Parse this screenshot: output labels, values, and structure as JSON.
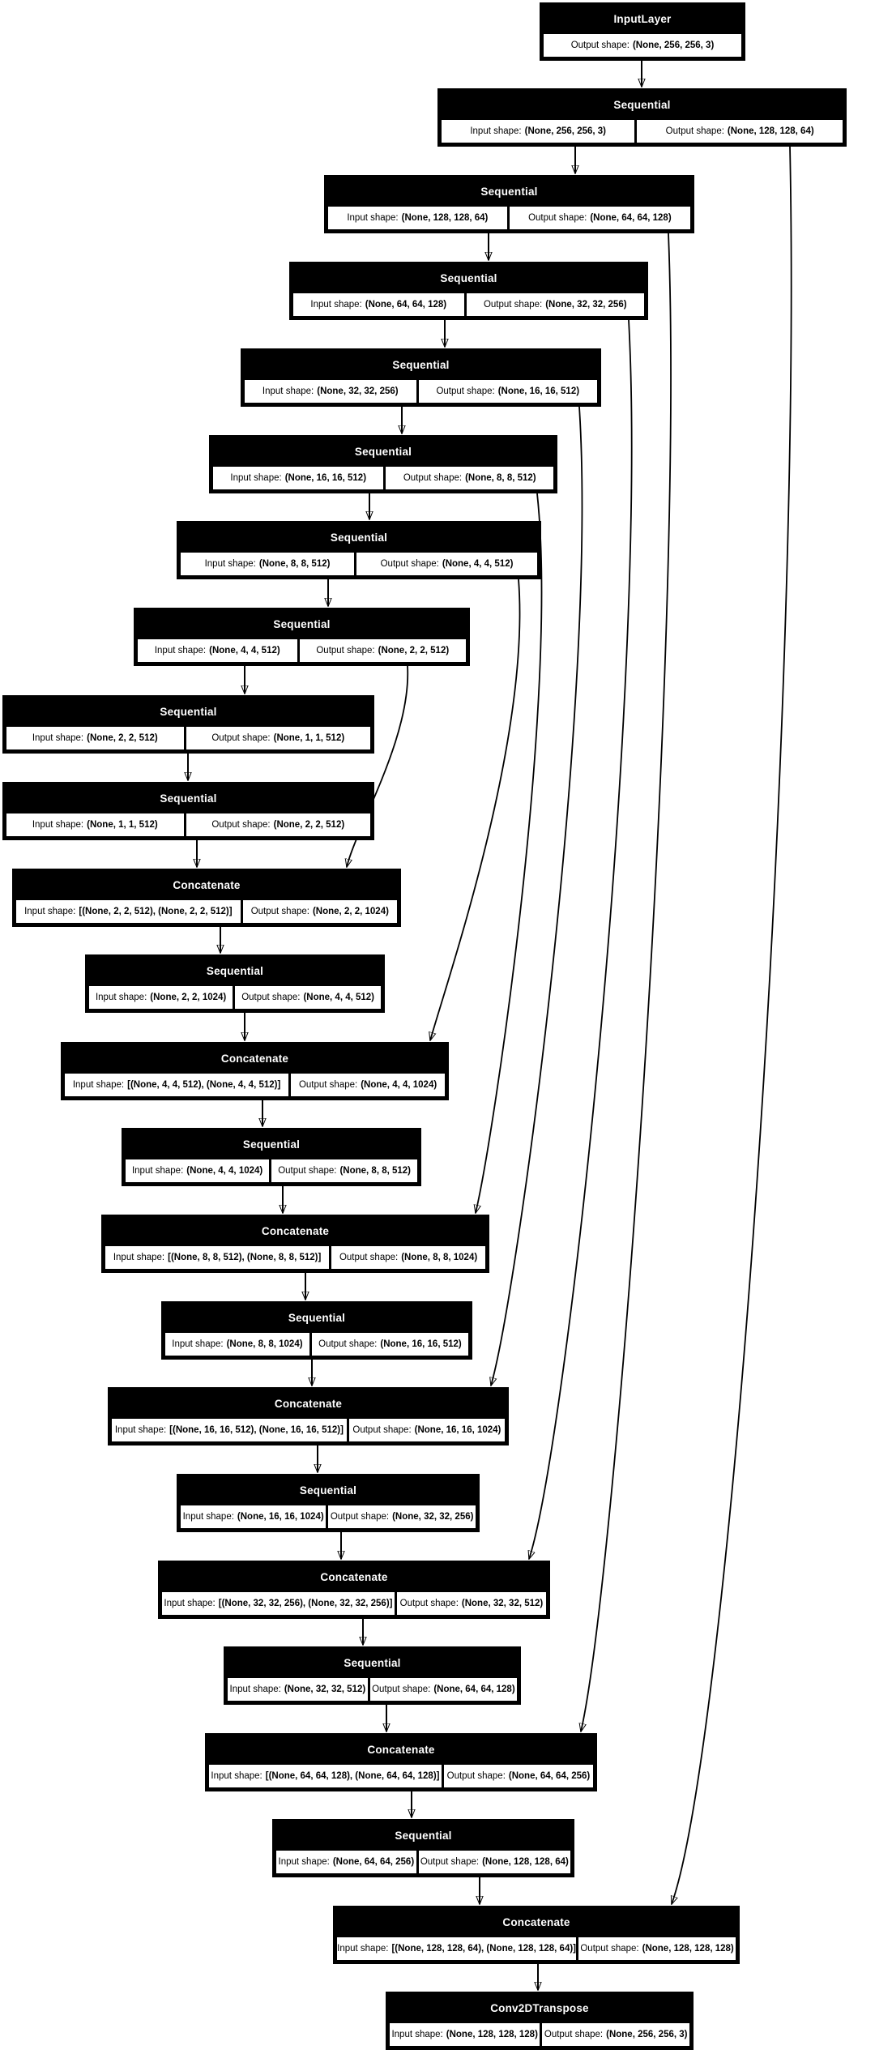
{
  "diagram": {
    "type": "keras-model-plot",
    "background_color": "#ffffff",
    "node_fill": "#000000",
    "node_title_color": "#ffffff",
    "cell_fill": "#ffffff",
    "cell_text_color": "#000000",
    "edge_color": "#000000",
    "input_label": "Input shape: ",
    "output_label": "Output shape: "
  },
  "nodes": [
    {
      "id": "input",
      "title": "InputLayer",
      "cells": [
        {
          "label": "Output shape: ",
          "value": "(None, 256, 256, 3)"
        }
      ]
    },
    {
      "id": "enc1",
      "title": "Sequential",
      "cells": [
        {
          "label": "Input shape: ",
          "value": "(None, 256, 256, 3)"
        },
        {
          "label": "Output shape: ",
          "value": "(None, 128, 128, 64)"
        }
      ]
    },
    {
      "id": "enc2",
      "title": "Sequential",
      "cells": [
        {
          "label": "Input shape: ",
          "value": "(None, 128, 128, 64)"
        },
        {
          "label": "Output shape: ",
          "value": "(None, 64, 64, 128)"
        }
      ]
    },
    {
      "id": "enc3",
      "title": "Sequential",
      "cells": [
        {
          "label": "Input shape: ",
          "value": "(None, 64, 64, 128)"
        },
        {
          "label": "Output shape: ",
          "value": "(None, 32, 32, 256)"
        }
      ]
    },
    {
      "id": "enc4",
      "title": "Sequential",
      "cells": [
        {
          "label": "Input shape: ",
          "value": "(None, 32, 32, 256)"
        },
        {
          "label": "Output shape: ",
          "value": "(None, 16, 16, 512)"
        }
      ]
    },
    {
      "id": "enc5",
      "title": "Sequential",
      "cells": [
        {
          "label": "Input shape: ",
          "value": "(None, 16, 16, 512)"
        },
        {
          "label": "Output shape: ",
          "value": "(None, 8, 8, 512)"
        }
      ]
    },
    {
      "id": "enc6",
      "title": "Sequential",
      "cells": [
        {
          "label": "Input shape: ",
          "value": "(None, 8, 8, 512)"
        },
        {
          "label": "Output shape: ",
          "value": "(None, 4, 4, 512)"
        }
      ]
    },
    {
      "id": "enc7",
      "title": "Sequential",
      "cells": [
        {
          "label": "Input shape: ",
          "value": "(None, 4, 4, 512)"
        },
        {
          "label": "Output shape: ",
          "value": "(None, 2, 2, 512)"
        }
      ]
    },
    {
      "id": "enc8",
      "title": "Sequential",
      "cells": [
        {
          "label": "Input shape: ",
          "value": "(None, 2, 2, 512)"
        },
        {
          "label": "Output shape: ",
          "value": "(None, 1, 1, 512)"
        }
      ]
    },
    {
      "id": "dec0",
      "title": "Sequential",
      "cells": [
        {
          "label": "Input shape: ",
          "value": "(None, 1, 1, 512)"
        },
        {
          "label": "Output shape: ",
          "value": "(None, 2, 2, 512)"
        }
      ]
    },
    {
      "id": "cat1",
      "title": "Concatenate",
      "cells": [
        {
          "label": "Input shape: ",
          "value": "[(None, 2, 2, 512), (None, 2, 2, 512)]"
        },
        {
          "label": "Output shape: ",
          "value": "(None, 2, 2, 1024)"
        }
      ]
    },
    {
      "id": "dec1",
      "title": "Sequential",
      "cells": [
        {
          "label": "Input shape: ",
          "value": "(None, 2, 2, 1024)"
        },
        {
          "label": "Output shape: ",
          "value": "(None, 4, 4, 512)"
        }
      ]
    },
    {
      "id": "cat2",
      "title": "Concatenate",
      "cells": [
        {
          "label": "Input shape: ",
          "value": "[(None, 4, 4, 512), (None, 4, 4, 512)]"
        },
        {
          "label": "Output shape: ",
          "value": "(None, 4, 4, 1024)"
        }
      ]
    },
    {
      "id": "dec2",
      "title": "Sequential",
      "cells": [
        {
          "label": "Input shape: ",
          "value": "(None, 4, 4, 1024)"
        },
        {
          "label": "Output shape: ",
          "value": "(None, 8, 8, 512)"
        }
      ]
    },
    {
      "id": "cat3",
      "title": "Concatenate",
      "cells": [
        {
          "label": "Input shape: ",
          "value": "[(None, 8, 8, 512), (None, 8, 8, 512)]"
        },
        {
          "label": "Output shape: ",
          "value": "(None, 8, 8, 1024)"
        }
      ]
    },
    {
      "id": "dec3",
      "title": "Sequential",
      "cells": [
        {
          "label": "Input shape: ",
          "value": "(None, 8, 8, 1024)"
        },
        {
          "label": "Output shape: ",
          "value": "(None, 16, 16, 512)"
        }
      ]
    },
    {
      "id": "cat4",
      "title": "Concatenate",
      "cells": [
        {
          "label": "Input shape: ",
          "value": "[(None, 16, 16, 512), (None, 16, 16, 512)]"
        },
        {
          "label": "Output shape: ",
          "value": "(None, 16, 16, 1024)"
        }
      ]
    },
    {
      "id": "dec4",
      "title": "Sequential",
      "cells": [
        {
          "label": "Input shape: ",
          "value": "(None, 16, 16, 1024)"
        },
        {
          "label": "Output shape: ",
          "value": "(None, 32, 32, 256)"
        }
      ]
    },
    {
      "id": "cat5",
      "title": "Concatenate",
      "cells": [
        {
          "label": "Input shape: ",
          "value": "[(None, 32, 32, 256), (None, 32, 32, 256)]"
        },
        {
          "label": "Output shape: ",
          "value": "(None, 32, 32, 512)"
        }
      ]
    },
    {
      "id": "dec5",
      "title": "Sequential",
      "cells": [
        {
          "label": "Input shape: ",
          "value": "(None, 32, 32, 512)"
        },
        {
          "label": "Output shape: ",
          "value": "(None, 64, 64, 128)"
        }
      ]
    },
    {
      "id": "cat6",
      "title": "Concatenate",
      "cells": [
        {
          "label": "Input shape: ",
          "value": "[(None, 64, 64, 128), (None, 64, 64, 128)]"
        },
        {
          "label": "Output shape: ",
          "value": "(None, 64, 64, 256)"
        }
      ]
    },
    {
      "id": "dec6",
      "title": "Sequential",
      "cells": [
        {
          "label": "Input shape: ",
          "value": "(None, 64, 64, 256)"
        },
        {
          "label": "Output shape: ",
          "value": "(None, 128, 128, 64)"
        }
      ]
    },
    {
      "id": "cat7",
      "title": "Concatenate",
      "cells": [
        {
          "label": "Input shape: ",
          "value": "[(None, 128, 128, 64), (None, 128, 128, 64)]"
        },
        {
          "label": "Output shape: ",
          "value": "(None, 128, 128, 128)"
        }
      ]
    },
    {
      "id": "out",
      "title": "Conv2DTranspose",
      "cells": [
        {
          "label": "Input shape: ",
          "value": "(None, 128, 128, 128)"
        },
        {
          "label": "Output shape: ",
          "value": "(None, 256, 256, 3)"
        }
      ]
    }
  ],
  "edges": {
    "main_path": [
      [
        "input",
        "enc1"
      ],
      [
        "enc1",
        "enc2"
      ],
      [
        "enc2",
        "enc3"
      ],
      [
        "enc3",
        "enc4"
      ],
      [
        "enc4",
        "enc5"
      ],
      [
        "enc5",
        "enc6"
      ],
      [
        "enc6",
        "enc7"
      ],
      [
        "enc7",
        "enc8"
      ],
      [
        "enc8",
        "dec0"
      ],
      [
        "dec0",
        "cat1"
      ],
      [
        "cat1",
        "dec1"
      ],
      [
        "dec1",
        "cat2"
      ],
      [
        "cat2",
        "dec2"
      ],
      [
        "dec2",
        "cat3"
      ],
      [
        "cat3",
        "dec3"
      ],
      [
        "dec3",
        "cat4"
      ],
      [
        "cat4",
        "dec4"
      ],
      [
        "dec4",
        "cat5"
      ],
      [
        "cat5",
        "dec5"
      ],
      [
        "dec5",
        "cat6"
      ],
      [
        "cat6",
        "dec6"
      ],
      [
        "dec6",
        "cat7"
      ],
      [
        "cat7",
        "out"
      ]
    ],
    "skip_connections": [
      [
        "enc1",
        "cat7"
      ],
      [
        "enc2",
        "cat6"
      ],
      [
        "enc3",
        "cat5"
      ],
      [
        "enc4",
        "cat4"
      ],
      [
        "enc5",
        "cat3"
      ],
      [
        "enc6",
        "cat2"
      ],
      [
        "enc7",
        "cat1"
      ]
    ]
  }
}
